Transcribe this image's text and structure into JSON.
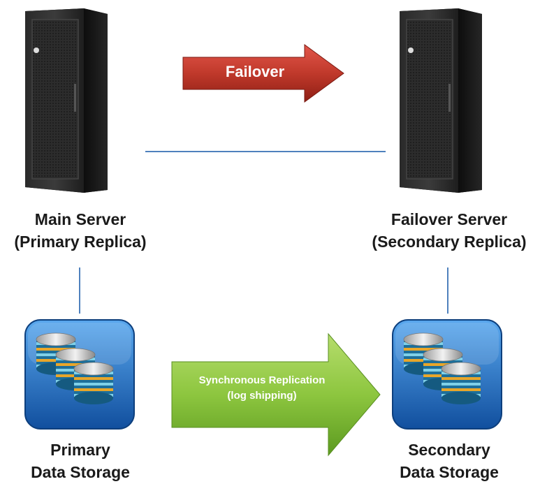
{
  "failover_arrow": {
    "label": "Failover",
    "color": "#c0392b"
  },
  "main_server": {
    "line1": "Main Server",
    "line2": "(Primary Replica)"
  },
  "failover_server": {
    "line1": "Failover Server",
    "line2": "(Secondary Replica)"
  },
  "primary_storage": {
    "line1": "Primary",
    "line2": "Data Storage"
  },
  "secondary_storage": {
    "line1": "Secondary",
    "line2": "Data Storage"
  },
  "replication_arrow": {
    "line1": "Synchronous Replication",
    "line2": "(log shipping)",
    "color": "#8dc63f"
  },
  "connector_color": "#4f81bd"
}
